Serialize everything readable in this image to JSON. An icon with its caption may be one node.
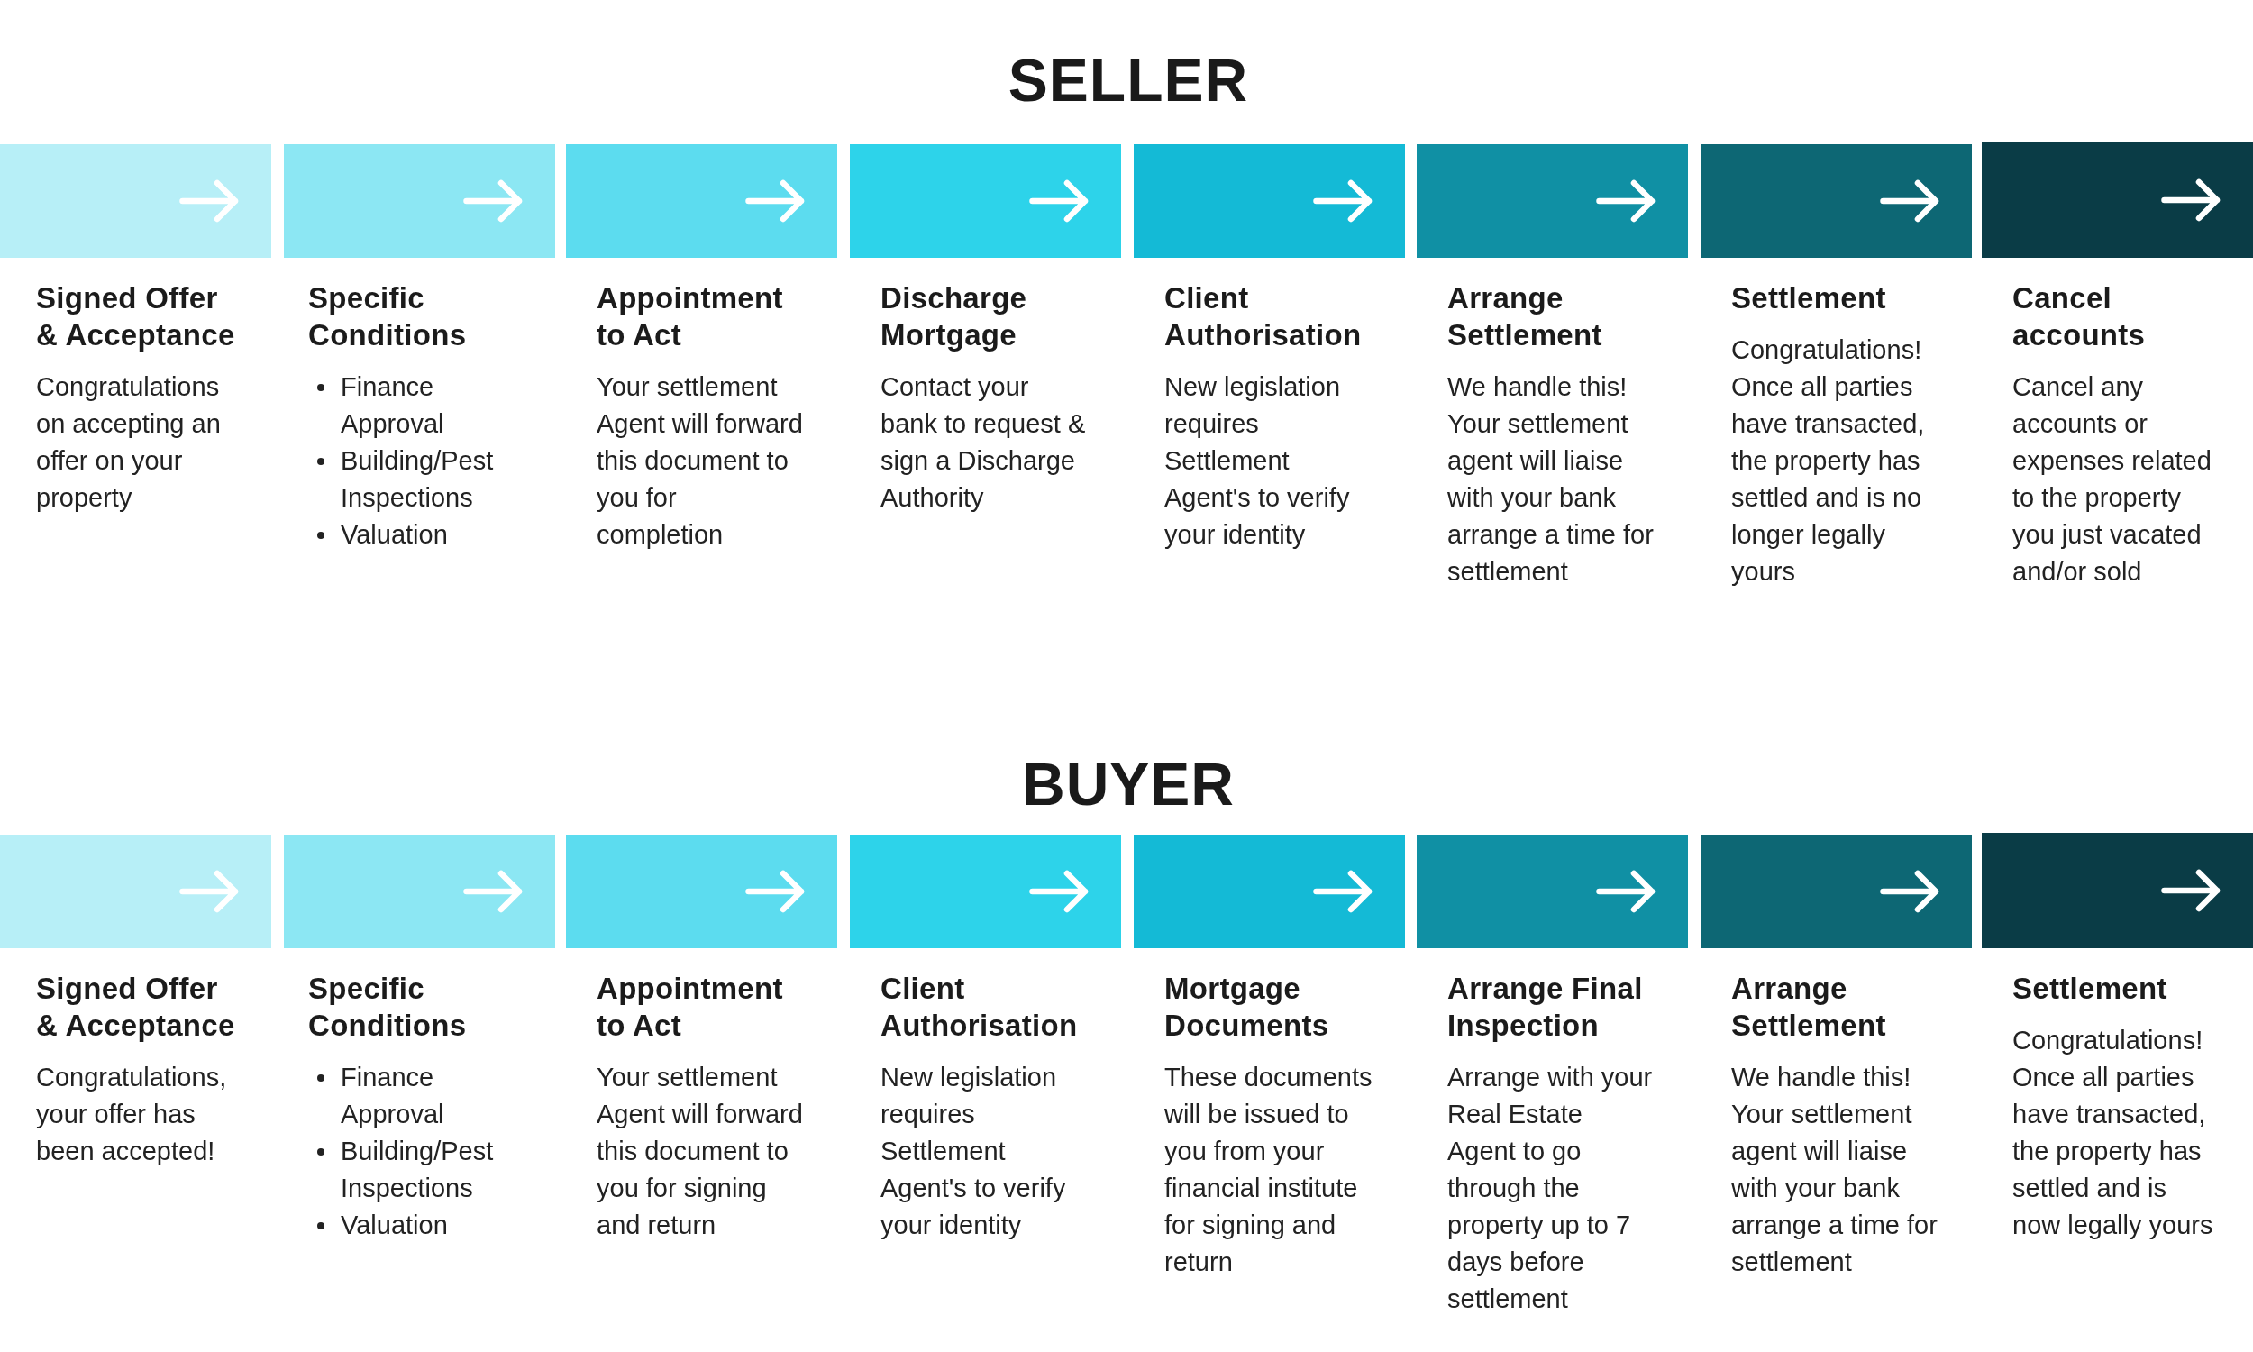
{
  "diagram": {
    "nodes": [
      {
        "text": [
          "Signed Offer & Acceptance",
          "Congratulations on accepting an offer on your property"
        ]
      },
      {
        "text": [
          "Specific Conditions",
          "Finance Approval",
          "Building/Pest Inspections",
          "Valuation"
        ]
      },
      {
        "text": [
          "Appointment to Act",
          "Your settlement Agent will forward this document to you for completion"
        ]
      },
      {
        "text": [
          "Discharge Mortgage",
          "Contact your bank to request & sign a Discharge Authority"
        ]
      },
      {
        "text": [
          "Client Authorisation",
          "New legislation requires Settlement Agent's to verify your identity"
        ]
      },
      {
        "text": [
          "Arrange Settlement",
          "We handle this! Your settlement agent will liaise with your bank arrange a time for settlement"
        ]
      },
      {
        "text": [
          "Settlement",
          "Congratulations! Once all parties have transacted, the property has settled and is no longer legally yours"
        ]
      },
      {
        "text": [
          "Cancel accounts",
          "Cancel any accounts or expenses related to the property you just vacated and/or sold"
        ]
      },
      {
        "text": [
          "Signed Offer & Acceptance",
          "Congratulations, your offer has been accepted!"
        ]
      },
      {
        "text": [
          "Specific Conditions",
          "Finance Approval",
          "Building/Pest Inspections",
          "Valuation"
        ]
      },
      {
        "text": [
          "Appointment to Act",
          "Your settlement Agent will forward this document to you for signing and return"
        ]
      },
      {
        "text": [
          "Client Authorisation",
          "New legislation requires Settlement Agent's to verify your identity"
        ]
      },
      {
        "text": [
          "Mortgage Documents",
          "These documents will be issued to you from your financial institute for signing and return"
        ]
      },
      {
        "text": [
          "Arrange Final Inspection",
          "Arrange with your Real Estate Agent to go through the property up to 7 days before settlement"
        ]
      },
      {
        "text": [
          "Arrange Settlement",
          "We handle this! Your settlement agent will liaise with your bank arrange a time for settlement"
        ]
      },
      {
        "text": [
          "Settlement",
          "Congratulations! Once all parties have transacted, the property has settled and is now legally yours"
        ]
      }
    ],
    "labels": [
      "SELLER",
      "BUYER"
    ]
  }
}
